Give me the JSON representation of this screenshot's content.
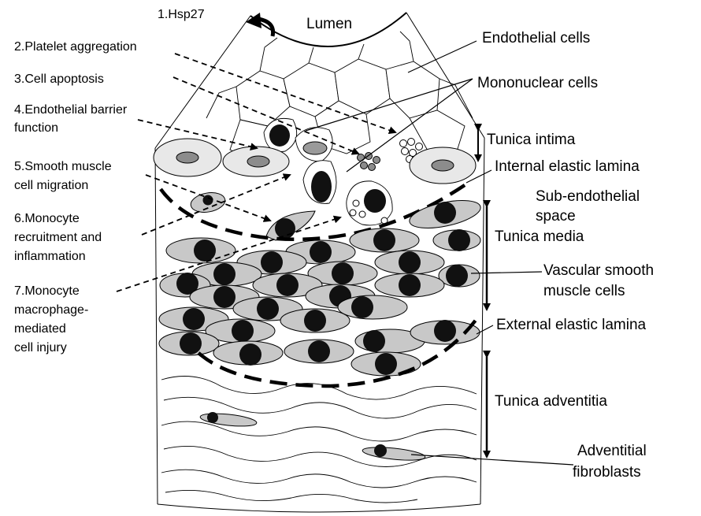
{
  "labels": {
    "lumen": "Lumen",
    "endothelial_cells": "Endothelial cells",
    "mononuclear_cells": "Mononuclear cells",
    "tunica_intima": "Tunica intima",
    "internal_elastic_lamina": "Internal elastic lamina",
    "sub_endothelial_line1": "Sub-endothelial",
    "sub_endothelial_line2": "space",
    "tunica_media": "Tunica media",
    "vsmc_line1": "Vascular smooth",
    "vsmc_line2": "muscle cells",
    "external_elastic_lamina": "External elastic lamina",
    "tunica_adventitia": "Tunica adventitia",
    "adv_line1": "Adventitial",
    "adv_line2": "fibroblasts"
  },
  "functions": {
    "f1": "1.Hsp27",
    "f2": "2.Platelet aggregation",
    "f3": "3.Cell apoptosis",
    "f4_line1": "4.Endothelial barrier",
    "f4_line2": "function",
    "f5_line1": "5.Smooth muscle",
    "f5_line2": "cell migration",
    "f6_line1": "6.Monocyte",
    "f6_line2": "recruitment and",
    "f6_line3": "inflammation",
    "f7_line1": "7.Monocyte",
    "f7_line2": "macrophage-",
    "f7_line3": "mediated",
    "f7_line4": "cell injury"
  },
  "colors": {
    "smooth_muscle_fill": "#c8c8c8",
    "nucleus": "#111111",
    "endothelial_fill": "#e8e8e8"
  }
}
